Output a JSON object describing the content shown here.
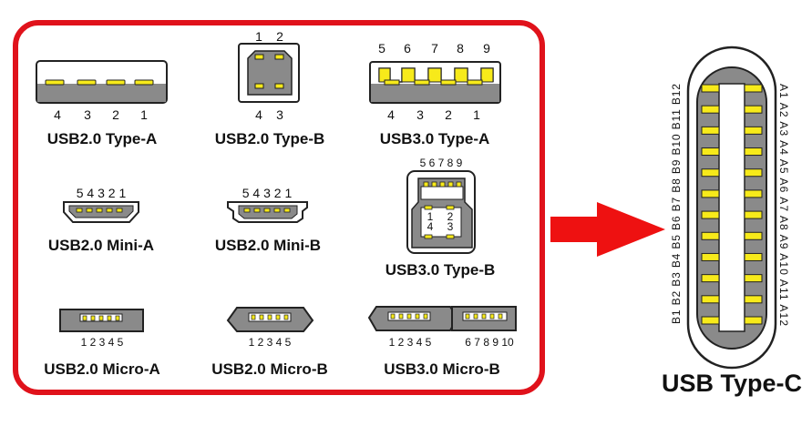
{
  "colors": {
    "frame": "#e0121b",
    "arrow": "#ee1111",
    "pin_fill": "#f7ea1a",
    "body_gray": "#8a8a8a",
    "outline": "#222222"
  },
  "labels": {
    "usb20_type_a": "USB2.0 Type-A",
    "usb20_type_b": "USB2.0 Type-B",
    "usb30_type_a": "USB3.0 Type-A",
    "usb20_mini_a": "USB2.0 Mini-A",
    "usb20_mini_b": "USB2.0 Mini-B",
    "usb30_type_b": "USB3.0 Type-B",
    "usb20_micro_a": "USB2.0 Micro-A",
    "usb20_micro_b": "USB2.0 Micro-B",
    "usb30_micro_b": "USB3.0 Micro-B",
    "usb_type_c": "USB Type-C"
  },
  "pins": {
    "type_a_bottom": [
      "4",
      "3",
      "2",
      "1"
    ],
    "type_b_top": [
      "1",
      "2"
    ],
    "type_b_bottom": [
      "4",
      "3"
    ],
    "usb30a_top": [
      "5",
      "6",
      "7",
      "8",
      "9"
    ],
    "usb30a_bottom": [
      "4",
      "3",
      "2",
      "1"
    ],
    "mini": "5 4 3 2 1",
    "usb30b_top": "5 6 7 8 9",
    "usb30b_inner": [
      "1",
      "2",
      "4",
      "3"
    ],
    "micro": "1 2 3 4 5",
    "micro30_right": "6 7 8 9 10",
    "typec_left": [
      "B1",
      "B2",
      "B3",
      "B4",
      "B5",
      "B6",
      "B7",
      "B8",
      "B9",
      "B10",
      "B11",
      "B12"
    ],
    "typec_right": [
      "A1",
      "A2",
      "A3",
      "A4",
      "A5",
      "A6",
      "A7",
      "A8",
      "A9",
      "A10",
      "A11",
      "A12"
    ]
  }
}
